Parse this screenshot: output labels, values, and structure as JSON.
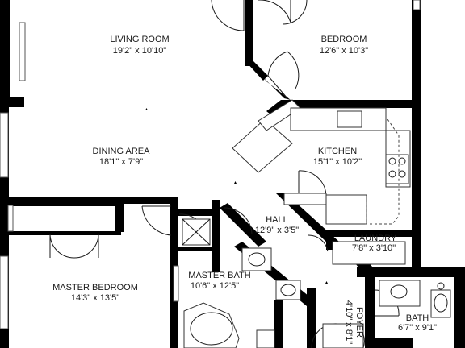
{
  "colors": {
    "wall": "#000000",
    "line": "#1a1a1a",
    "background": "#ffffff"
  },
  "rooms": [
    {
      "key": "living",
      "name": "LIVING ROOM",
      "dims": "19'2\" x 10'10\""
    },
    {
      "key": "bedroom",
      "name": "BEDROOM",
      "dims": "12'6\" x 10'3\""
    },
    {
      "key": "dining",
      "name": "DINING AREA",
      "dims": "18'1\" x 7'9\""
    },
    {
      "key": "kitchen",
      "name": "KITCHEN",
      "dims": "15'1\" x 10'2\""
    },
    {
      "key": "hall",
      "name": "HALL",
      "dims": "12'9\" x 3'5\""
    },
    {
      "key": "laundry",
      "name": "LAUNDRY",
      "dims": "7'8\" x 3'10\""
    },
    {
      "key": "master_bedroom",
      "name": "MASTER BEDROOM",
      "dims": "14'3\" x 13'5\""
    },
    {
      "key": "master_bath",
      "name": "MASTER BATH",
      "dims": "10'6\" x 12'5\""
    },
    {
      "key": "bath",
      "name": "BATH",
      "dims": "6'7\" x 9'1\""
    },
    {
      "key": "foyer",
      "name": "FOYER",
      "dims": "4'10\" x 8'1\""
    }
  ]
}
